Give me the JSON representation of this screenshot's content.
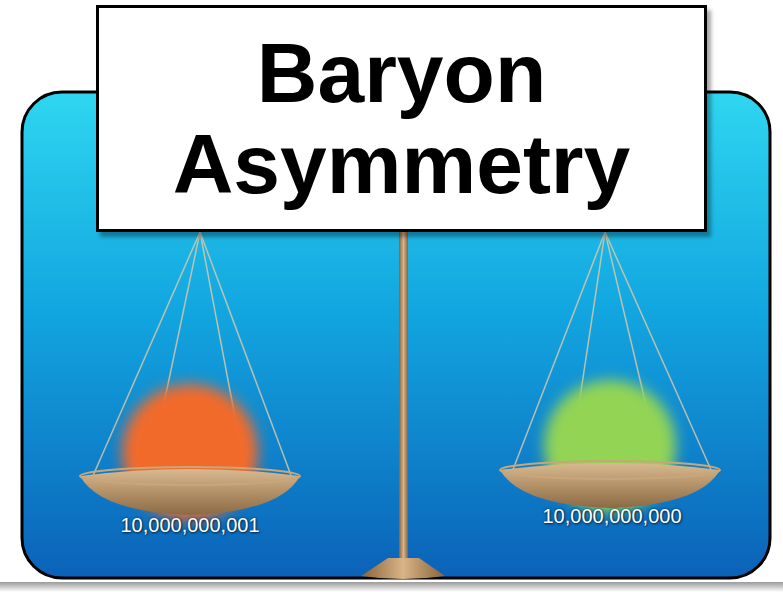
{
  "diagram": {
    "title": "Baryon Asymmetry",
    "labels": [
      "10,000,000,001",
      "10,000,000,000"
    ]
  }
}
